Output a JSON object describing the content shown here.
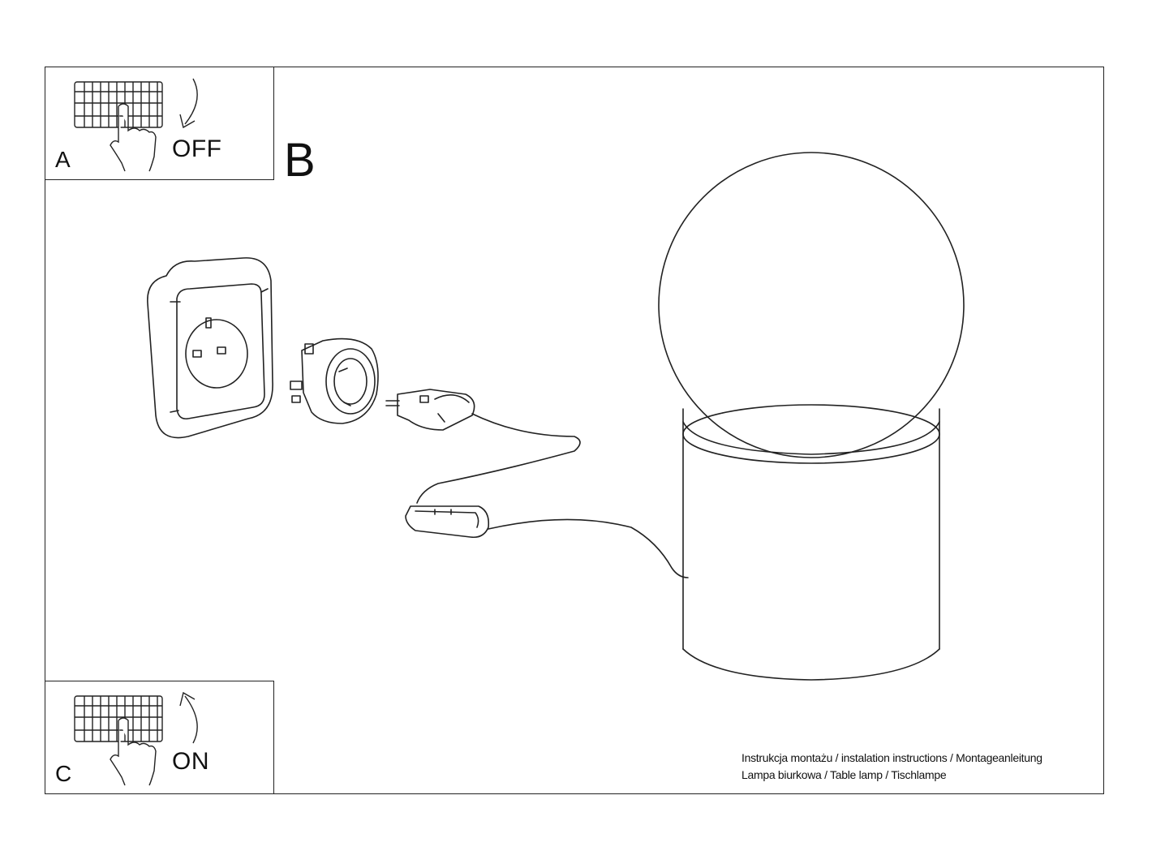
{
  "steps": {
    "a": {
      "letter": "A",
      "state": "OFF"
    },
    "b": {
      "letter": "B"
    },
    "c": {
      "letter": "C",
      "state": "ON"
    }
  },
  "footer": {
    "line1": "Instrukcja montażu / instalation instructions / Montageanleitung",
    "line2": "Lampa biurkowa / Table lamp / Tischlampe"
  },
  "icons": [
    "fuse-box-icon",
    "hand-pointer-icon",
    "arrow-down-icon",
    "arrow-up-icon",
    "wall-socket-icon",
    "plug-adapter-icon",
    "power-plug-icon",
    "inline-switch-icon",
    "table-lamp-icon"
  ],
  "colors": {
    "line": "#222222",
    "background": "#ffffff"
  }
}
